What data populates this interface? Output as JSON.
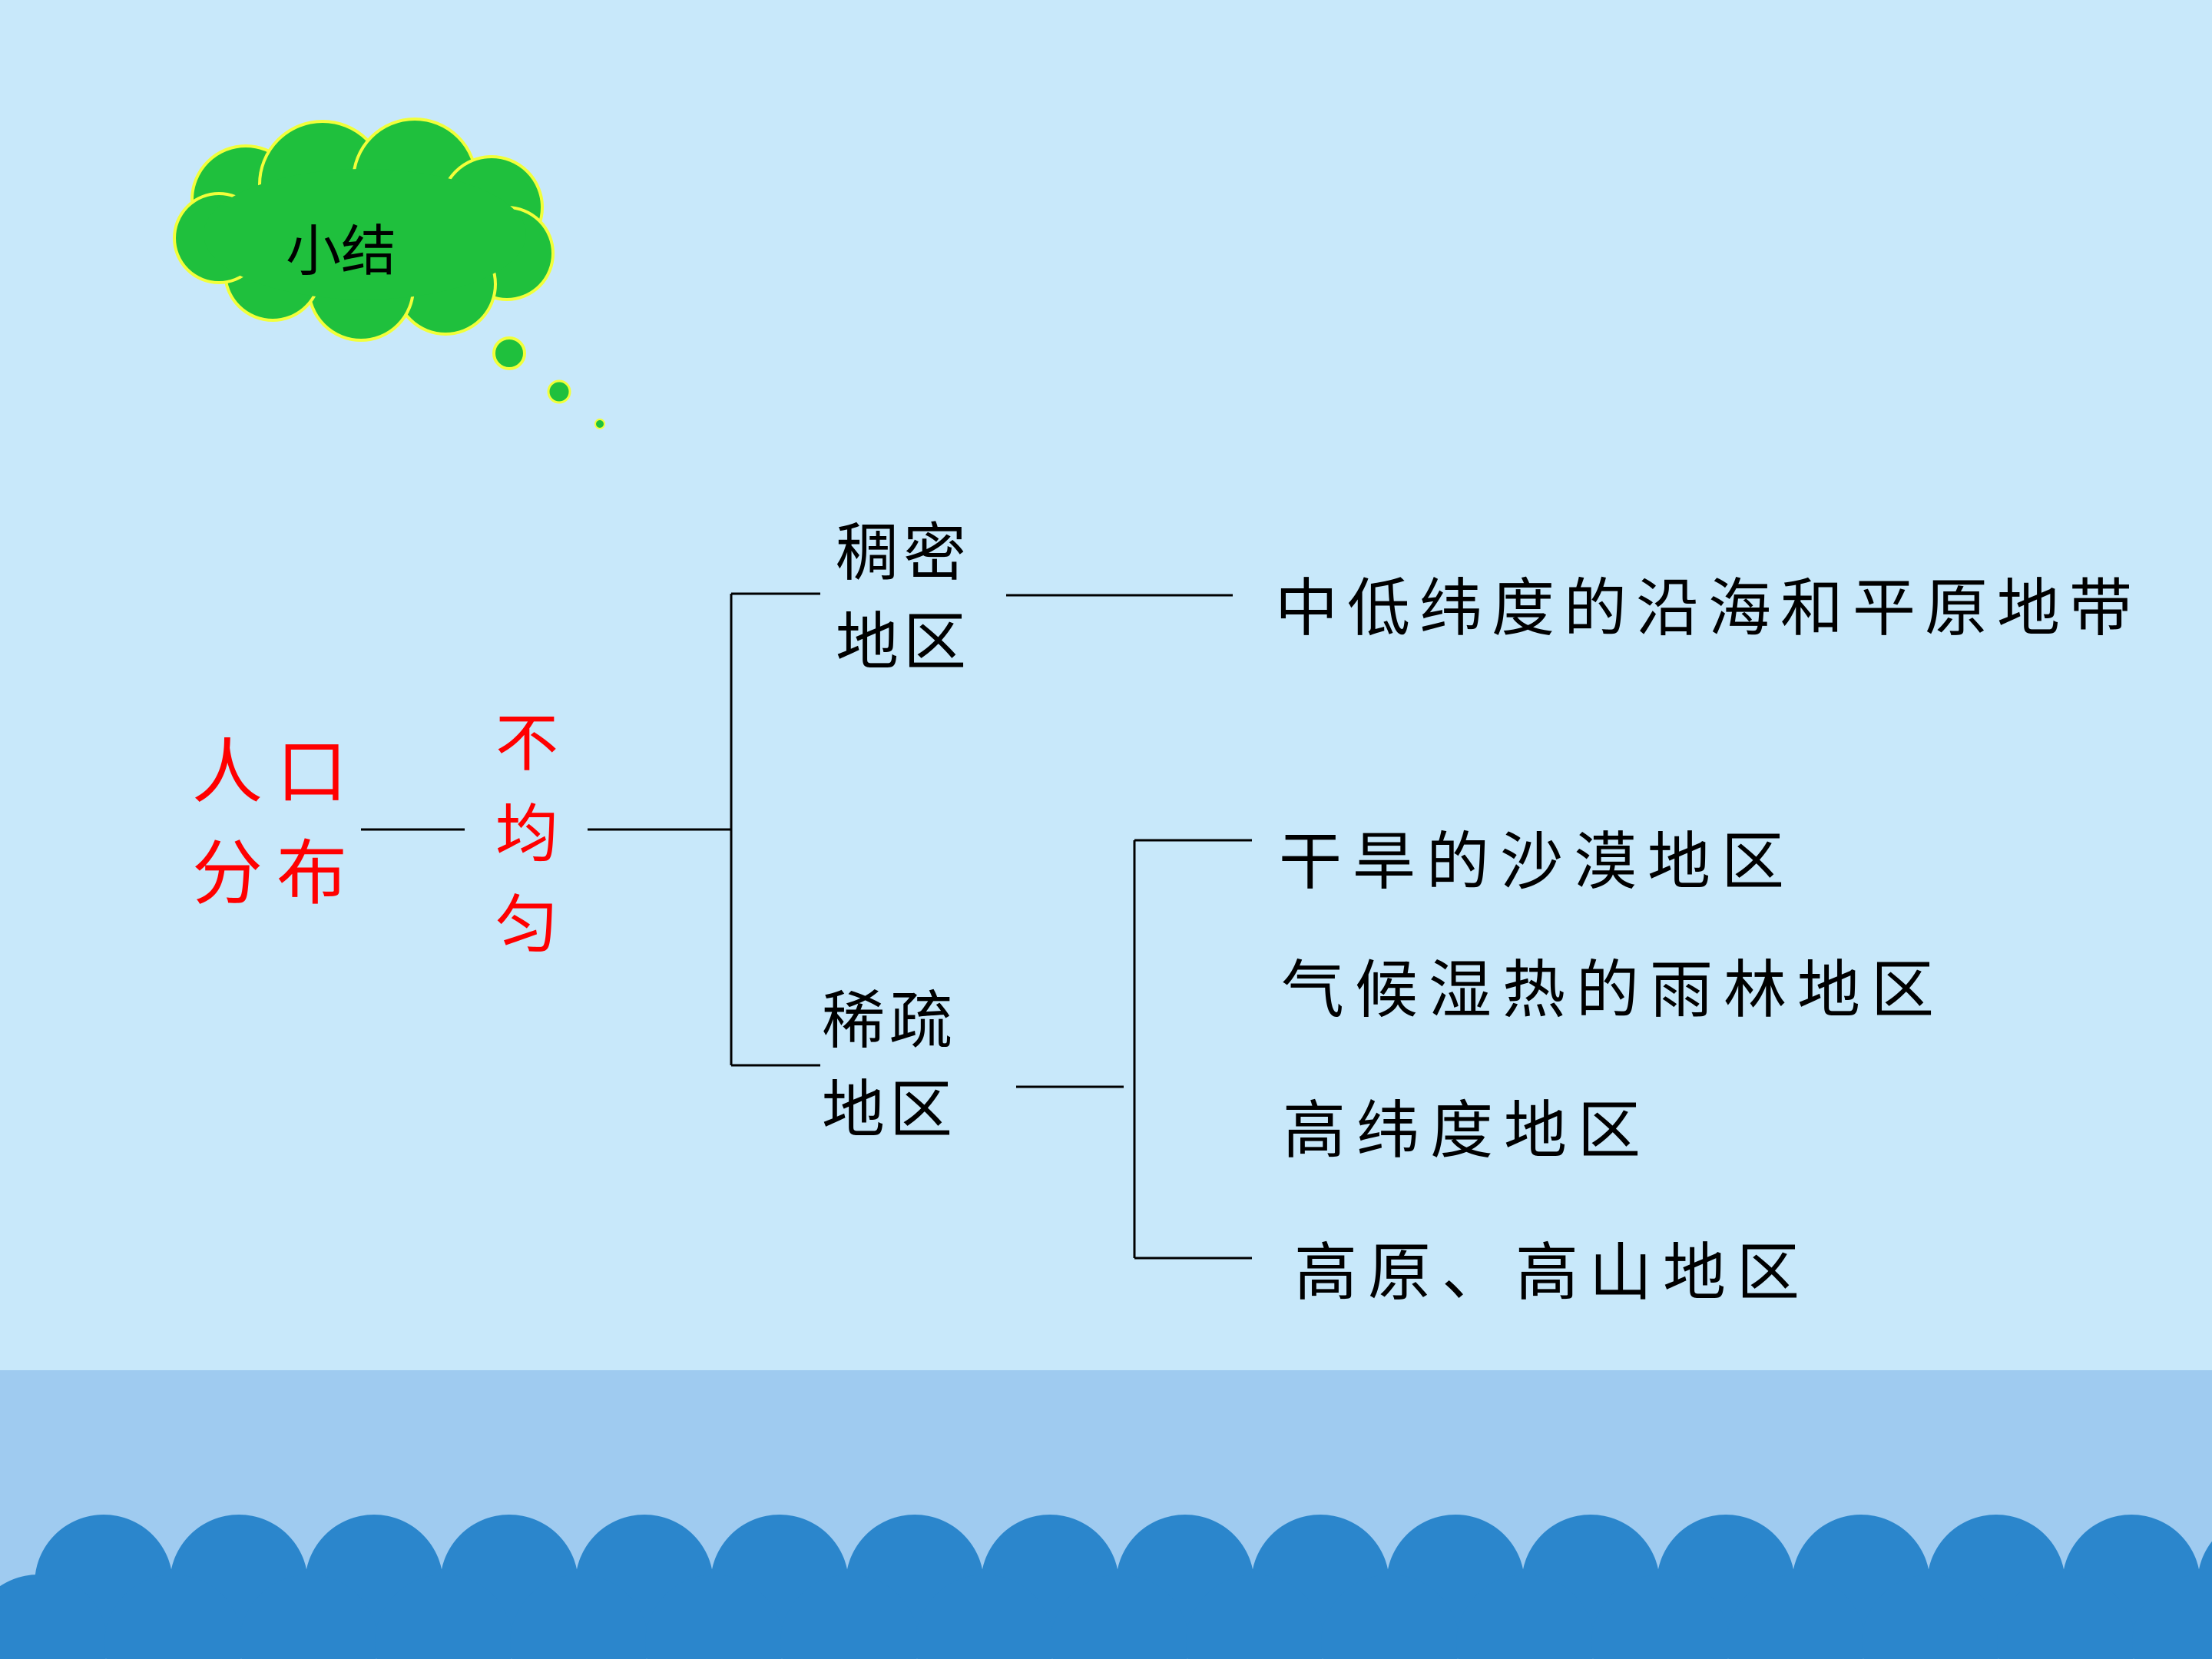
{
  "summary_bubble": {
    "label": "小结"
  },
  "root": {
    "line1": "人口",
    "line2": "分布"
  },
  "trait": {
    "chars": [
      "不",
      "均",
      "匀"
    ]
  },
  "dense": {
    "line1": "稠密",
    "line2": "地区",
    "region": "中低纬度的沿海和平原地带"
  },
  "sparse": {
    "line1": "稀疏",
    "line2": "地区",
    "regions": [
      "干旱的沙漠地区",
      "气候湿热的雨林地区",
      "高纬度地区",
      "高原、高山地区"
    ]
  },
  "colors": {
    "background": "#c8e8fa",
    "cloud_fill": "#1fc03d",
    "cloud_outline": "#f2ff3a",
    "highlight_text": "#ff0000",
    "wave_light": "#9fcbf0",
    "wave_dark": "#2b86cc"
  }
}
